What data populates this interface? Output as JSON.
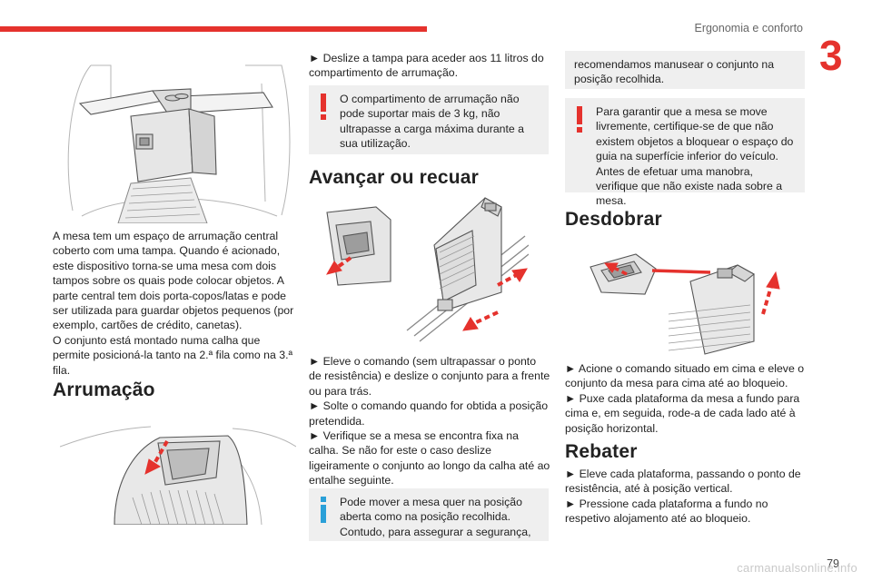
{
  "header": {
    "running_head": "Ergonomia e conforto",
    "chapter": "3"
  },
  "col1": {
    "intro": "A mesa tem um espaço de arrumação central coberto com uma tampa. Quando é acionado, este dispositivo torna-se uma mesa com dois tampos sobre os quais pode colocar objetos. A parte central tem dois porta-copos/latas e pode ser utilizada para guardar objetos pequenos (por exemplo, cartões de crédito, canetas).",
    "intro2": "O conjunto está montado numa calha que permite posicioná-la tanto na 2.ª fila como na 3.ª fila.",
    "heading_storage": "Arrumação"
  },
  "col2": {
    "slide_text": "► Deslize a tampa para aceder aos 11 litros do compartimento de arrumação.",
    "warning_weight": "O compartimento de arrumação não pode suportar mais de 3 kg, não ultrapasse a carga máxima durante a sua utilização.",
    "heading_move": "Avançar ou recuar",
    "step1": "► Eleve o comando (sem ultrapassar o ponto de resistência) e deslize o conjunto para a frente ou para trás.",
    "step2": "► Solte o comando quando for obtida a posição pretendida.",
    "step3": "► Verifique se a mesa se encontra fixa na calha. Se não for este o caso deslize ligeiramente o conjunto ao longo da calha até ao entalhe seguinte.",
    "info_open": "Pode mover a mesa quer na posição aberta como na posição recolhida. Contudo, para assegurar a segurança,"
  },
  "col3": {
    "info_cont": "recomendamos manusear o conjunto na posição recolhida.",
    "warning_free": "Para garantir que a mesa se move livremente, certifique-se de que não existem objetos a bloquear o espaço do guia na superfície inferior do veículo.",
    "warning_free2": "Antes de efetuar uma manobra, verifique que não existe nada sobre a mesa.",
    "heading_unfold": "Desdobrar",
    "unfold1": "► Acione o comando situado em cima e eleve o conjunto da mesa para cima até ao bloqueio.",
    "unfold2": "► Puxe cada plataforma da mesa a fundo para cima e, em seguida, rode-a de cada lado até à posição horizontal.",
    "heading_fold": "Rebater",
    "fold1": "► Eleve cada plataforma, passando o ponto de resistência, até à posição vertical.",
    "fold2": "► Pressione cada plataforma a fundo no respetivo alojamento até ao bloqueio."
  },
  "footer": {
    "page_number": "79",
    "watermark": "carmanualsonline.info"
  },
  "colors": {
    "accent": "#e5322d",
    "info": "#2aa0d8",
    "note_bg": "#efefef"
  }
}
